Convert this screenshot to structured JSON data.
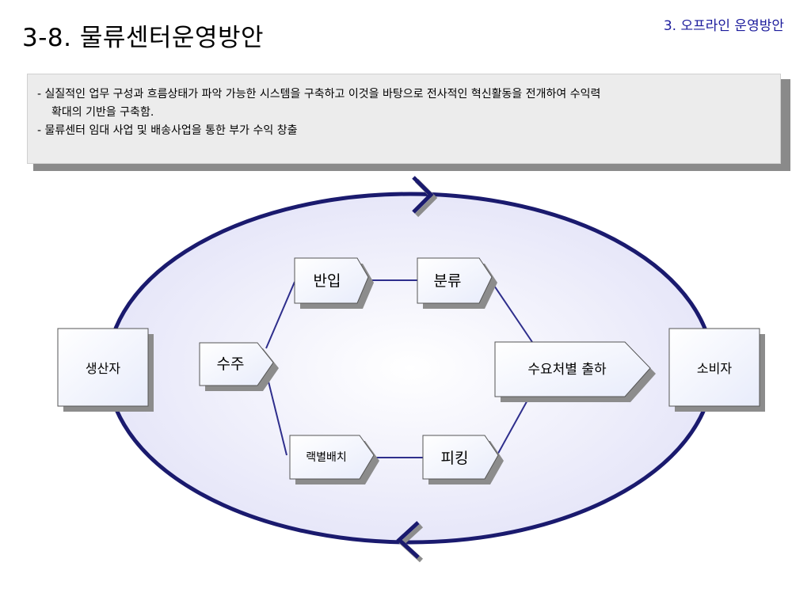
{
  "header": {
    "page_title": "3-8. 물류센터운영방안",
    "section_label": "3. 오프라인 운영방안"
  },
  "description": {
    "lines": [
      "- 실질적인 업무 구성과 흐름상태가 파악 가능한 시스템을 구축하고 이것을 바탕으로 전사적인 혁신활동을 전개하여 수익력",
      "확대의 기반을 구축함.",
      "- 물류센터 임대 사업 및 배송사업을 통한 부가 수익 창출"
    ]
  },
  "diagram": {
    "nodes": {
      "producer": "생산자",
      "consumer": "소비자",
      "order": "수주",
      "inbound": "반입",
      "sorting": "분류",
      "rack_placement": "랙별배치",
      "picking": "피킹",
      "shipping": "수요처별  출하"
    },
    "colors": {
      "ellipse_stroke": "#1a1a6e",
      "connector": "#2e2e8c",
      "node_fill": "#f4f6ff",
      "shadow": "#8c8c8c"
    }
  }
}
